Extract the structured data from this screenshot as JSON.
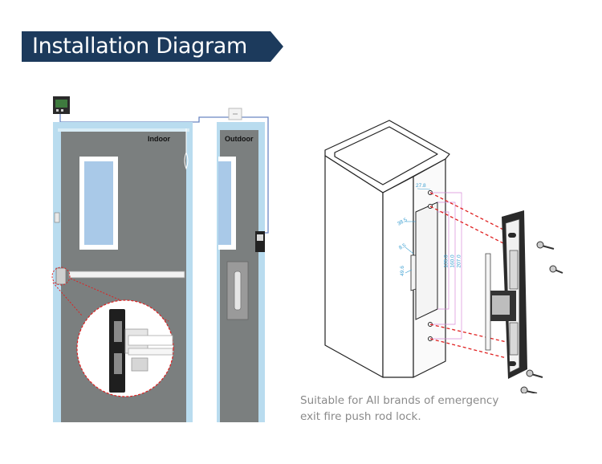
{
  "banner": {
    "title": "Installation Diagram",
    "color": "#1c3a5c"
  },
  "door": {
    "indoor_label": "Indoor",
    "outdoor_label": "Outdoor"
  },
  "dimensions": {
    "d1": "27.8",
    "d2": "38.5",
    "d3": "8.5",
    "d4": "49.6",
    "d5": "135.0",
    "d6": "160.0",
    "d7": "207.0"
  },
  "caption": {
    "line1": "Suitable for All brands of emergency",
    "line2": "exit fire push rod lock."
  },
  "colors": {
    "door_frame": "#b9dcef",
    "door_panel": "#7b7f7f",
    "window": "#a9c9e8",
    "wire": "#6a86c2",
    "dash": "#e02020"
  }
}
